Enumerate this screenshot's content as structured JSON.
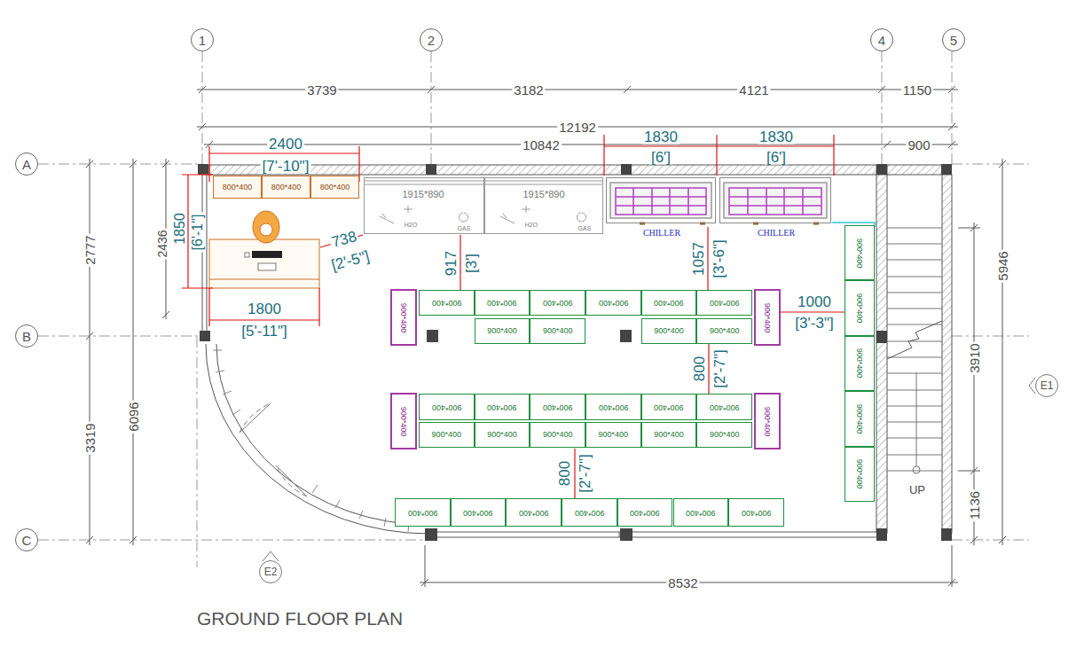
{
  "diagram": {
    "caption": "GROUND FLOOR PLAN",
    "nodes": [
      {
        "text": [
          "1"
        ]
      },
      {
        "text": [
          "2"
        ]
      },
      {
        "text": [
          "4"
        ]
      },
      {
        "text": [
          "5"
        ]
      },
      {
        "text": [
          "A"
        ]
      },
      {
        "text": [
          "B"
        ]
      },
      {
        "text": [
          "C"
        ]
      },
      {
        "text": [
          "800*400"
        ]
      },
      {
        "text": [
          "800*400"
        ]
      },
      {
        "text": [
          "800*400"
        ]
      },
      {
        "text": [
          "1915*890",
          "H2O",
          "GAS"
        ]
      },
      {
        "text": [
          "1915*890",
          "H2O",
          "GAS"
        ]
      },
      {
        "text": [
          "CHILLER"
        ]
      },
      {
        "text": [
          "CHILLER"
        ]
      },
      {
        "text": [
          "900*400"
        ]
      },
      {
        "text": [
          "900*400"
        ]
      },
      {
        "text": [
          "900*400"
        ]
      },
      {
        "text": [
          "900*400"
        ]
      },
      {
        "text": [
          "900*400"
        ]
      },
      {
        "text": [
          "900*400"
        ]
      },
      {
        "text": [
          "900*400"
        ]
      },
      {
        "text": [
          "900*400"
        ]
      },
      {
        "text": [
          "900*400"
        ]
      },
      {
        "text": [
          "900*400"
        ]
      },
      {
        "text": [
          "900*400"
        ]
      },
      {
        "text": [
          "900*400"
        ]
      },
      {
        "text": [
          "900*400"
        ]
      },
      {
        "text": [
          "900*400"
        ]
      },
      {
        "text": [
          "900*400"
        ]
      },
      {
        "text": [
          "900*400"
        ]
      },
      {
        "text": [
          "900*400"
        ]
      },
      {
        "text": [
          "900*400"
        ]
      },
      {
        "text": [
          "900*400"
        ]
      },
      {
        "text": [
          "900*400"
        ]
      },
      {
        "text": [
          "900*400"
        ]
      },
      {
        "text": [
          "900*400"
        ]
      },
      {
        "text": [
          "900*400"
        ]
      },
      {
        "text": [
          "900*400"
        ]
      },
      {
        "text": [
          "900*400"
        ]
      },
      {
        "text": [
          "900*400"
        ]
      },
      {
        "text": [
          "900*400"
        ]
      },
      {
        "text": [
          "900*400"
        ]
      },
      {
        "text": [
          "900*400"
        ]
      },
      {
        "text": [
          "900*400"
        ]
      },
      {
        "text": [
          "900*400"
        ]
      },
      {
        "text": [
          "900*400"
        ]
      },
      {
        "text": [
          "900*400"
        ]
      },
      {
        "text": [
          "900*400"
        ]
      },
      {
        "text": [
          "900*400"
        ]
      },
      {
        "text": [
          "900*400"
        ]
      },
      {
        "text": [
          "900*400"
        ]
      },
      {
        "text": [
          "900*400"
        ]
      },
      {
        "text": [
          "E1"
        ]
      },
      {
        "text": [
          "E2"
        ]
      }
    ],
    "labels": [
      "3739",
      "3182",
      "4121",
      "1150",
      "12192",
      "10842",
      "900",
      "2400",
      "[7'-10\"]",
      "1830",
      "[6']",
      "1830",
      "[6']",
      "2777",
      "3319",
      "6096",
      "2436",
      "1850",
      "[6'-1\"]",
      "738",
      "[2'-5\"]",
      "917",
      "[3']",
      "1057",
      "[3'-6\"]",
      "1000",
      "[3'-3\"]",
      "800",
      "[2'-7\"]",
      "800",
      "[2'-7\"]",
      "1800",
      "[5'-11\"]",
      "3910",
      "1136",
      "5946",
      "8532",
      "UP"
    ]
  }
}
